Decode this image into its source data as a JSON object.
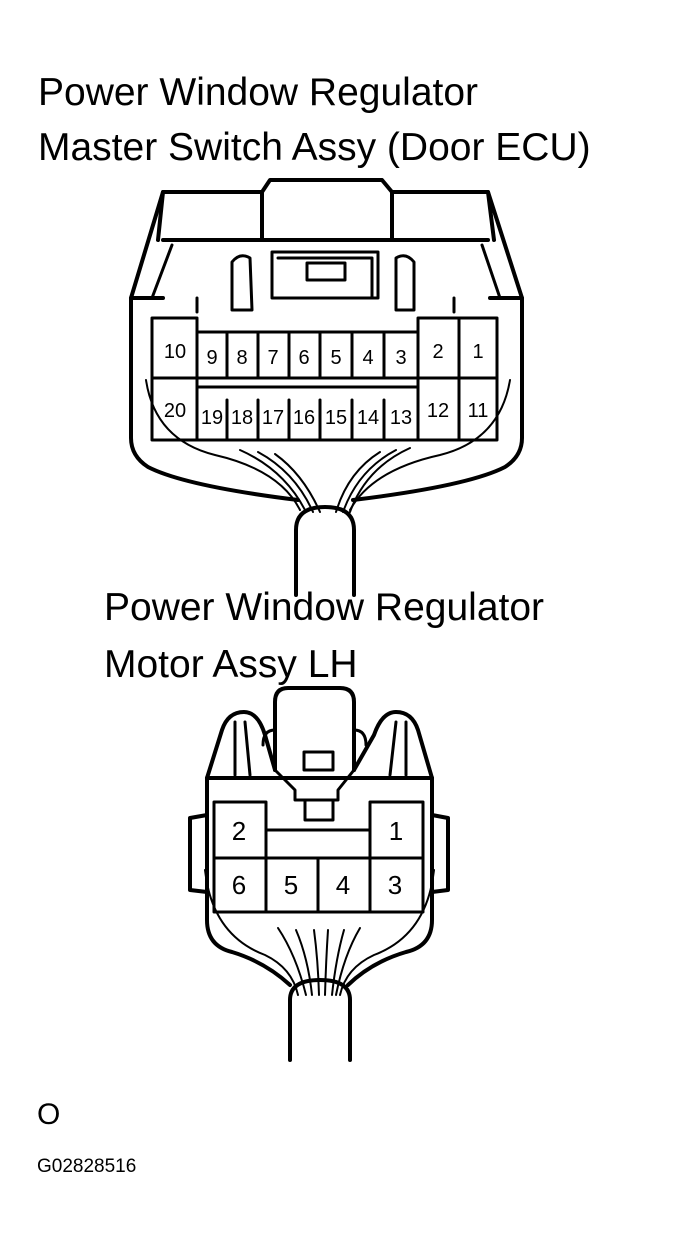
{
  "connectors": [
    {
      "title_lines": [
        "Power Window Regulator",
        "Master Switch Assy (Door ECU)"
      ],
      "pins_top": [
        "10",
        "9",
        "8",
        "7",
        "6",
        "5",
        "4",
        "3",
        "2",
        "1"
      ],
      "pins_bottom": [
        "20",
        "19",
        "18",
        "17",
        "16",
        "15",
        "14",
        "13",
        "12",
        "11"
      ]
    },
    {
      "title_lines": [
        "Power Window Regulator",
        "Motor Assy LH"
      ],
      "pins_top": [
        "2",
        "1"
      ],
      "pins_bottom": [
        "6",
        "5",
        "4",
        "3"
      ]
    }
  ],
  "view_code": "O",
  "figure_id": "G02828516"
}
